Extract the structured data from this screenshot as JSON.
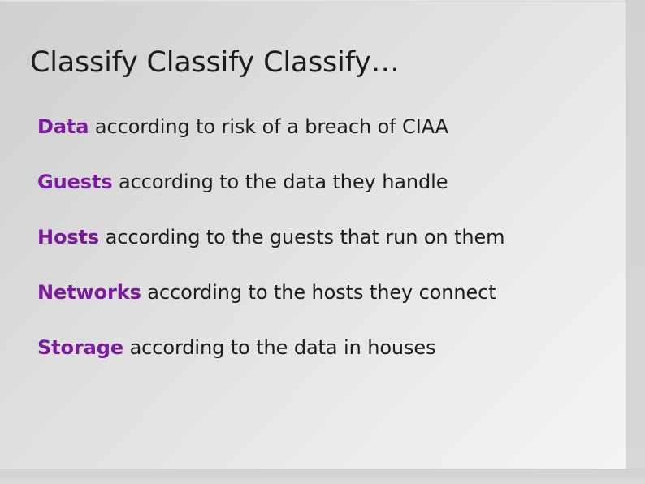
{
  "slide": {
    "title": "Classify Classify Classify…",
    "accent_color": "#7a1a9e",
    "text_color": "#1c1c1c",
    "bullets": [
      {
        "key": "Data",
        "rest": " according to risk of a breach of CIAA"
      },
      {
        "key": "Guests",
        "rest": " according to the data they handle"
      },
      {
        "key": "Hosts",
        "rest": " according to the guests that run on them"
      },
      {
        "key": "Networks",
        "rest": " according to the hosts they connect"
      },
      {
        "key": "Storage",
        "rest": " according to the data in houses"
      }
    ]
  }
}
